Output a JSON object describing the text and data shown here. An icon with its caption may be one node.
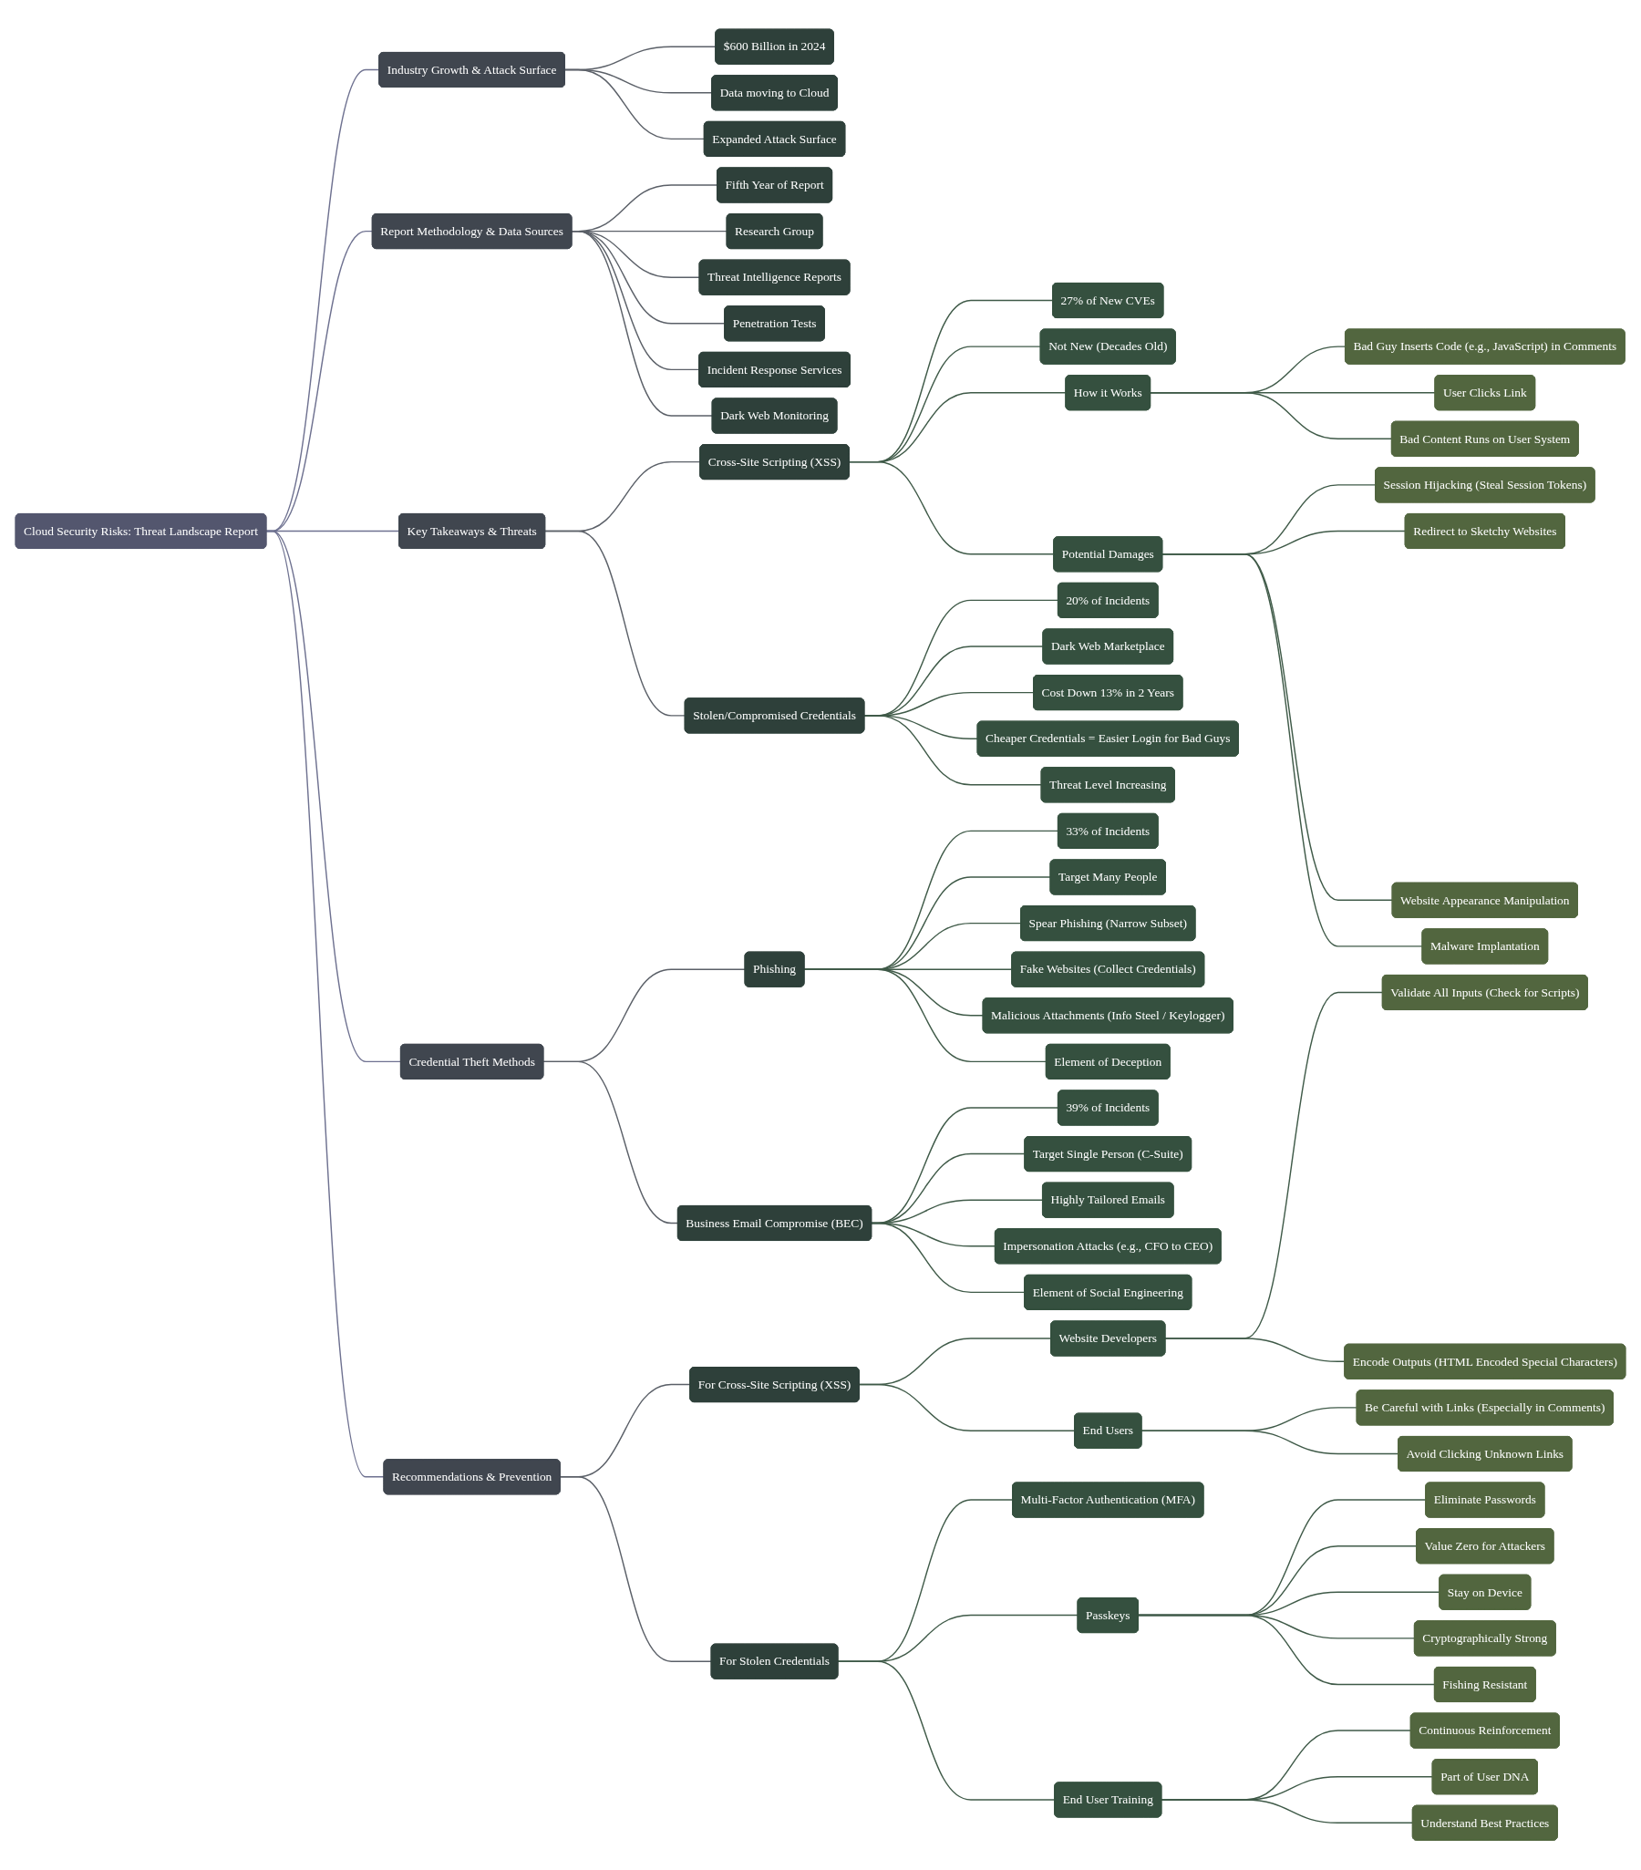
{
  "diagram": {
    "nodes": [
      {
        "text": [
          "Cloud Security Risks: Threat Landscape Report"
        ]
      },
      {
        "text": [
          "Industry Growth & Attack Surface"
        ]
      },
      {
        "text": [
          "$600 Billion in 2024"
        ]
      },
      {
        "text": [
          "Data moving to Cloud"
        ]
      },
      {
        "text": [
          "Expanded Attack Surface"
        ]
      },
      {
        "text": [
          "Report Methodology & Data Sources"
        ]
      },
      {
        "text": [
          "Fifth Year of Report"
        ]
      },
      {
        "text": [
          "Research Group"
        ]
      },
      {
        "text": [
          "Threat Intelligence Reports"
        ]
      },
      {
        "text": [
          "Penetration Tests"
        ]
      },
      {
        "text": [
          "Incident Response Services"
        ]
      },
      {
        "text": [
          "Dark Web Monitoring"
        ]
      },
      {
        "text": [
          "Key Takeaways & Threats"
        ]
      },
      {
        "text": [
          "Cross-Site Scripting (XSS)"
        ]
      },
      {
        "text": [
          "27% of New CVEs"
        ]
      },
      {
        "text": [
          "Not New (Decades Old)"
        ]
      },
      {
        "text": [
          "How it Works"
        ]
      },
      {
        "text": [
          "Bad Guy Inserts Code (e.g., JavaScript) in Comments"
        ]
      },
      {
        "text": [
          "User Clicks Link"
        ]
      },
      {
        "text": [
          "Bad Content Runs on User System"
        ]
      },
      {
        "text": [
          "Potential Damages"
        ]
      },
      {
        "text": [
          "Session Hijacking (Steal Session Tokens)"
        ]
      },
      {
        "text": [
          "Redirect to Sketchy Websites"
        ]
      },
      {
        "text": [
          "Website Appearance Manipulation"
        ]
      },
      {
        "text": [
          "Malware Implantation"
        ]
      },
      {
        "text": [
          "Stolen/Compromised Credentials"
        ]
      },
      {
        "text": [
          "20% of Incidents"
        ]
      },
      {
        "text": [
          "Dark Web Marketplace"
        ]
      },
      {
        "text": [
          "Cost Down 13% in 2 Years"
        ]
      },
      {
        "text": [
          "Cheaper Credentials = Easier Login for Bad Guys"
        ]
      },
      {
        "text": [
          "Threat Level Increasing"
        ]
      },
      {
        "text": [
          "Credential Theft Methods"
        ]
      },
      {
        "text": [
          "Phishing"
        ]
      },
      {
        "text": [
          "33% of Incidents"
        ]
      },
      {
        "text": [
          "Target Many People"
        ]
      },
      {
        "text": [
          "Spear Phishing (Narrow Subset)"
        ]
      },
      {
        "text": [
          "Fake Websites (Collect Credentials)"
        ]
      },
      {
        "text": [
          "Malicious Attachments (Info Steel / Keylogger)"
        ]
      },
      {
        "text": [
          "Element of Deception"
        ]
      },
      {
        "text": [
          "Business Email Compromise (BEC)"
        ]
      },
      {
        "text": [
          "39% of Incidents"
        ]
      },
      {
        "text": [
          "Target Single Person (C-Suite)"
        ]
      },
      {
        "text": [
          "Highly Tailored Emails"
        ]
      },
      {
        "text": [
          "Impersonation Attacks (e.g., CFO to CEO)"
        ]
      },
      {
        "text": [
          "Element of Social Engineering"
        ]
      },
      {
        "text": [
          "Recommendations & Prevention"
        ]
      },
      {
        "text": [
          "For Cross-Site Scripting (XSS)"
        ]
      },
      {
        "text": [
          "Website Developers"
        ]
      },
      {
        "text": [
          "Validate All Inputs (Check for Scripts)"
        ]
      },
      {
        "text": [
          "Encode Outputs (HTML Encoded Special Characters)"
        ]
      },
      {
        "text": [
          "End Users"
        ]
      },
      {
        "text": [
          "Be Careful with Links (Especially in Comments)"
        ]
      },
      {
        "text": [
          "Avoid Clicking Unknown Links"
        ]
      },
      {
        "text": [
          "For Stolen Credentials"
        ]
      },
      {
        "text": [
          "Multi-Factor Authentication (MFA)"
        ]
      },
      {
        "text": [
          "Passkeys"
        ]
      },
      {
        "text": [
          "Eliminate Passwords"
        ]
      },
      {
        "text": [
          "Value Zero for Attackers"
        ]
      },
      {
        "text": [
          "Stay on Device"
        ]
      },
      {
        "text": [
          "Cryptographically Strong"
        ]
      },
      {
        "text": [
          "Fishing Resistant"
        ]
      },
      {
        "text": [
          "End User Training"
        ]
      },
      {
        "text": [
          "Continuous Reinforcement"
        ]
      },
      {
        "text": [
          "Part of User DNA"
        ]
      },
      {
        "text": [
          "Understand Best Practices"
        ]
      }
    ],
    "edges": [
      {
        "from": 0,
        "to": 1,
        "arrow": "none",
        "color": "#6e7190"
      },
      {
        "from": 1,
        "to": 2,
        "arrow": "none",
        "color": "#5b6068"
      },
      {
        "from": 1,
        "to": 3,
        "arrow": "none",
        "color": "#5b6068"
      },
      {
        "from": 1,
        "to": 4,
        "arrow": "none",
        "color": "#5b6068"
      },
      {
        "from": 0,
        "to": 5,
        "arrow": "none",
        "color": "#6e7190"
      },
      {
        "from": 5,
        "to": 6,
        "arrow": "none",
        "color": "#5b6068"
      },
      {
        "from": 5,
        "to": 7,
        "arrow": "none",
        "color": "#5b6068"
      },
      {
        "from": 5,
        "to": 8,
        "arrow": "none",
        "color": "#5b6068"
      },
      {
        "from": 5,
        "to": 9,
        "arrow": "none",
        "color": "#5b6068"
      },
      {
        "from": 5,
        "to": 10,
        "arrow": "none",
        "color": "#5b6068"
      },
      {
        "from": 5,
        "to": 11,
        "arrow": "none",
        "color": "#5b6068"
      },
      {
        "from": 0,
        "to": 12,
        "arrow": "none",
        "color": "#6e7190"
      },
      {
        "from": 12,
        "to": 13,
        "arrow": "none",
        "color": "#5b6068"
      },
      {
        "from": 13,
        "to": 14,
        "arrow": "none"
      },
      {
        "from": 13,
        "to": 15,
        "arrow": "none"
      },
      {
        "from": 13,
        "to": 16,
        "arrow": "none"
      },
      {
        "from": 16,
        "to": 17,
        "arrow": "none"
      },
      {
        "from": 16,
        "to": 18,
        "arrow": "none"
      },
      {
        "from": 16,
        "to": 19,
        "arrow": "none"
      },
      {
        "from": 13,
        "to": 20,
        "arrow": "none"
      },
      {
        "from": 20,
        "to": 21,
        "arrow": "none"
      },
      {
        "from": 20,
        "to": 22,
        "arrow": "none"
      },
      {
        "from": 20,
        "to": 23,
        "arrow": "none"
      },
      {
        "from": 20,
        "to": 24,
        "arrow": "none"
      },
      {
        "from": 12,
        "to": 25,
        "arrow": "none",
        "color": "#5b6068"
      },
      {
        "from": 25,
        "to": 26,
        "arrow": "none"
      },
      {
        "from": 25,
        "to": 27,
        "arrow": "none"
      },
      {
        "from": 25,
        "to": 28,
        "arrow": "none"
      },
      {
        "from": 25,
        "to": 29,
        "arrow": "none"
      },
      {
        "from": 25,
        "to": 30,
        "arrow": "none"
      },
      {
        "from": 0,
        "to": 31,
        "arrow": "none",
        "color": "#6e7190"
      },
      {
        "from": 31,
        "to": 32,
        "arrow": "none",
        "color": "#5b6068"
      },
      {
        "from": 32,
        "to": 33,
        "arrow": "none"
      },
      {
        "from": 32,
        "to": 34,
        "arrow": "none"
      },
      {
        "from": 32,
        "to": 35,
        "arrow": "none"
      },
      {
        "from": 32,
        "to": 36,
        "arrow": "none"
      },
      {
        "from": 32,
        "to": 37,
        "arrow": "none"
      },
      {
        "from": 32,
        "to": 38,
        "arrow": "none"
      },
      {
        "from": 31,
        "to": 39,
        "arrow": "none",
        "color": "#5b6068"
      },
      {
        "from": 39,
        "to": 40,
        "arrow": "none"
      },
      {
        "from": 39,
        "to": 41,
        "arrow": "none"
      },
      {
        "from": 39,
        "to": 42,
        "arrow": "none"
      },
      {
        "from": 39,
        "to": 43,
        "arrow": "none"
      },
      {
        "from": 39,
        "to": 44,
        "arrow": "none"
      },
      {
        "from": 0,
        "to": 45,
        "arrow": "none",
        "color": "#6e7190"
      },
      {
        "from": 45,
        "to": 46,
        "arrow": "none",
        "color": "#5b6068"
      },
      {
        "from": 46,
        "to": 47,
        "arrow": "none"
      },
      {
        "from": 47,
        "to": 48,
        "arrow": "none"
      },
      {
        "from": 47,
        "to": 49,
        "arrow": "none"
      },
      {
        "from": 46,
        "to": 50,
        "arrow": "none"
      },
      {
        "from": 50,
        "to": 51,
        "arrow": "none"
      },
      {
        "from": 50,
        "to": 52,
        "arrow": "none"
      },
      {
        "from": 45,
        "to": 53,
        "arrow": "none",
        "color": "#5b6068"
      },
      {
        "from": 53,
        "to": 54,
        "arrow": "none"
      },
      {
        "from": 53,
        "to": 55,
        "arrow": "none"
      },
      {
        "from": 55,
        "to": 56,
        "arrow": "none"
      },
      {
        "from": 55,
        "to": 57,
        "arrow": "none"
      },
      {
        "from": 55,
        "to": 58,
        "arrow": "none"
      },
      {
        "from": 55,
        "to": 59,
        "arrow": "none"
      },
      {
        "from": 55,
        "to": 60,
        "arrow": "none"
      },
      {
        "from": 53,
        "to": 61,
        "arrow": "none"
      },
      {
        "from": 61,
        "to": 62,
        "arrow": "none"
      },
      {
        "from": 61,
        "to": 63,
        "arrow": "none"
      },
      {
        "from": 61,
        "to": 64,
        "arrow": "none"
      }
    ]
  }
}
